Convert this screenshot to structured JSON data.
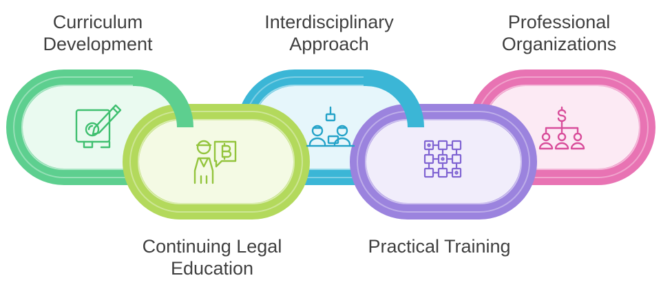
{
  "links": [
    {
      "id": "curriculum-development",
      "label_lines": [
        "Curriculum",
        "Development"
      ],
      "icon": "whiteboard-pencil-icon",
      "stroke": "#5dcf8f",
      "fill": "#eafaf0",
      "icon_color": "#3fbf6f"
    },
    {
      "id": "continuing-legal-education",
      "label_lines": [
        "Continuing Legal",
        "Education"
      ],
      "icon": "person-bitcoin-bubble-icon",
      "stroke": "#b3d95c",
      "fill": "#f4fae4",
      "icon_color": "#93c43c"
    },
    {
      "id": "interdisciplinary-approach",
      "label_lines": [
        "Interdisciplinary",
        "Approach"
      ],
      "icon": "people-at-desk-icon",
      "stroke": "#3bb6d6",
      "fill": "#e6f6fb",
      "icon_color": "#23a2c8"
    },
    {
      "id": "practical-training",
      "label_lines": [
        "Practical Training"
      ],
      "icon": "grid-network-icon",
      "stroke": "#9b83de",
      "fill": "#f1edfb",
      "icon_color": "#7f63d2"
    },
    {
      "id": "professional-organizations",
      "label_lines": [
        "Professional",
        "Organizations"
      ],
      "icon": "dollar-org-chart-icon",
      "stroke": "#e873b3",
      "fill": "#fceaf4",
      "icon_color": "#d84d9a"
    }
  ]
}
